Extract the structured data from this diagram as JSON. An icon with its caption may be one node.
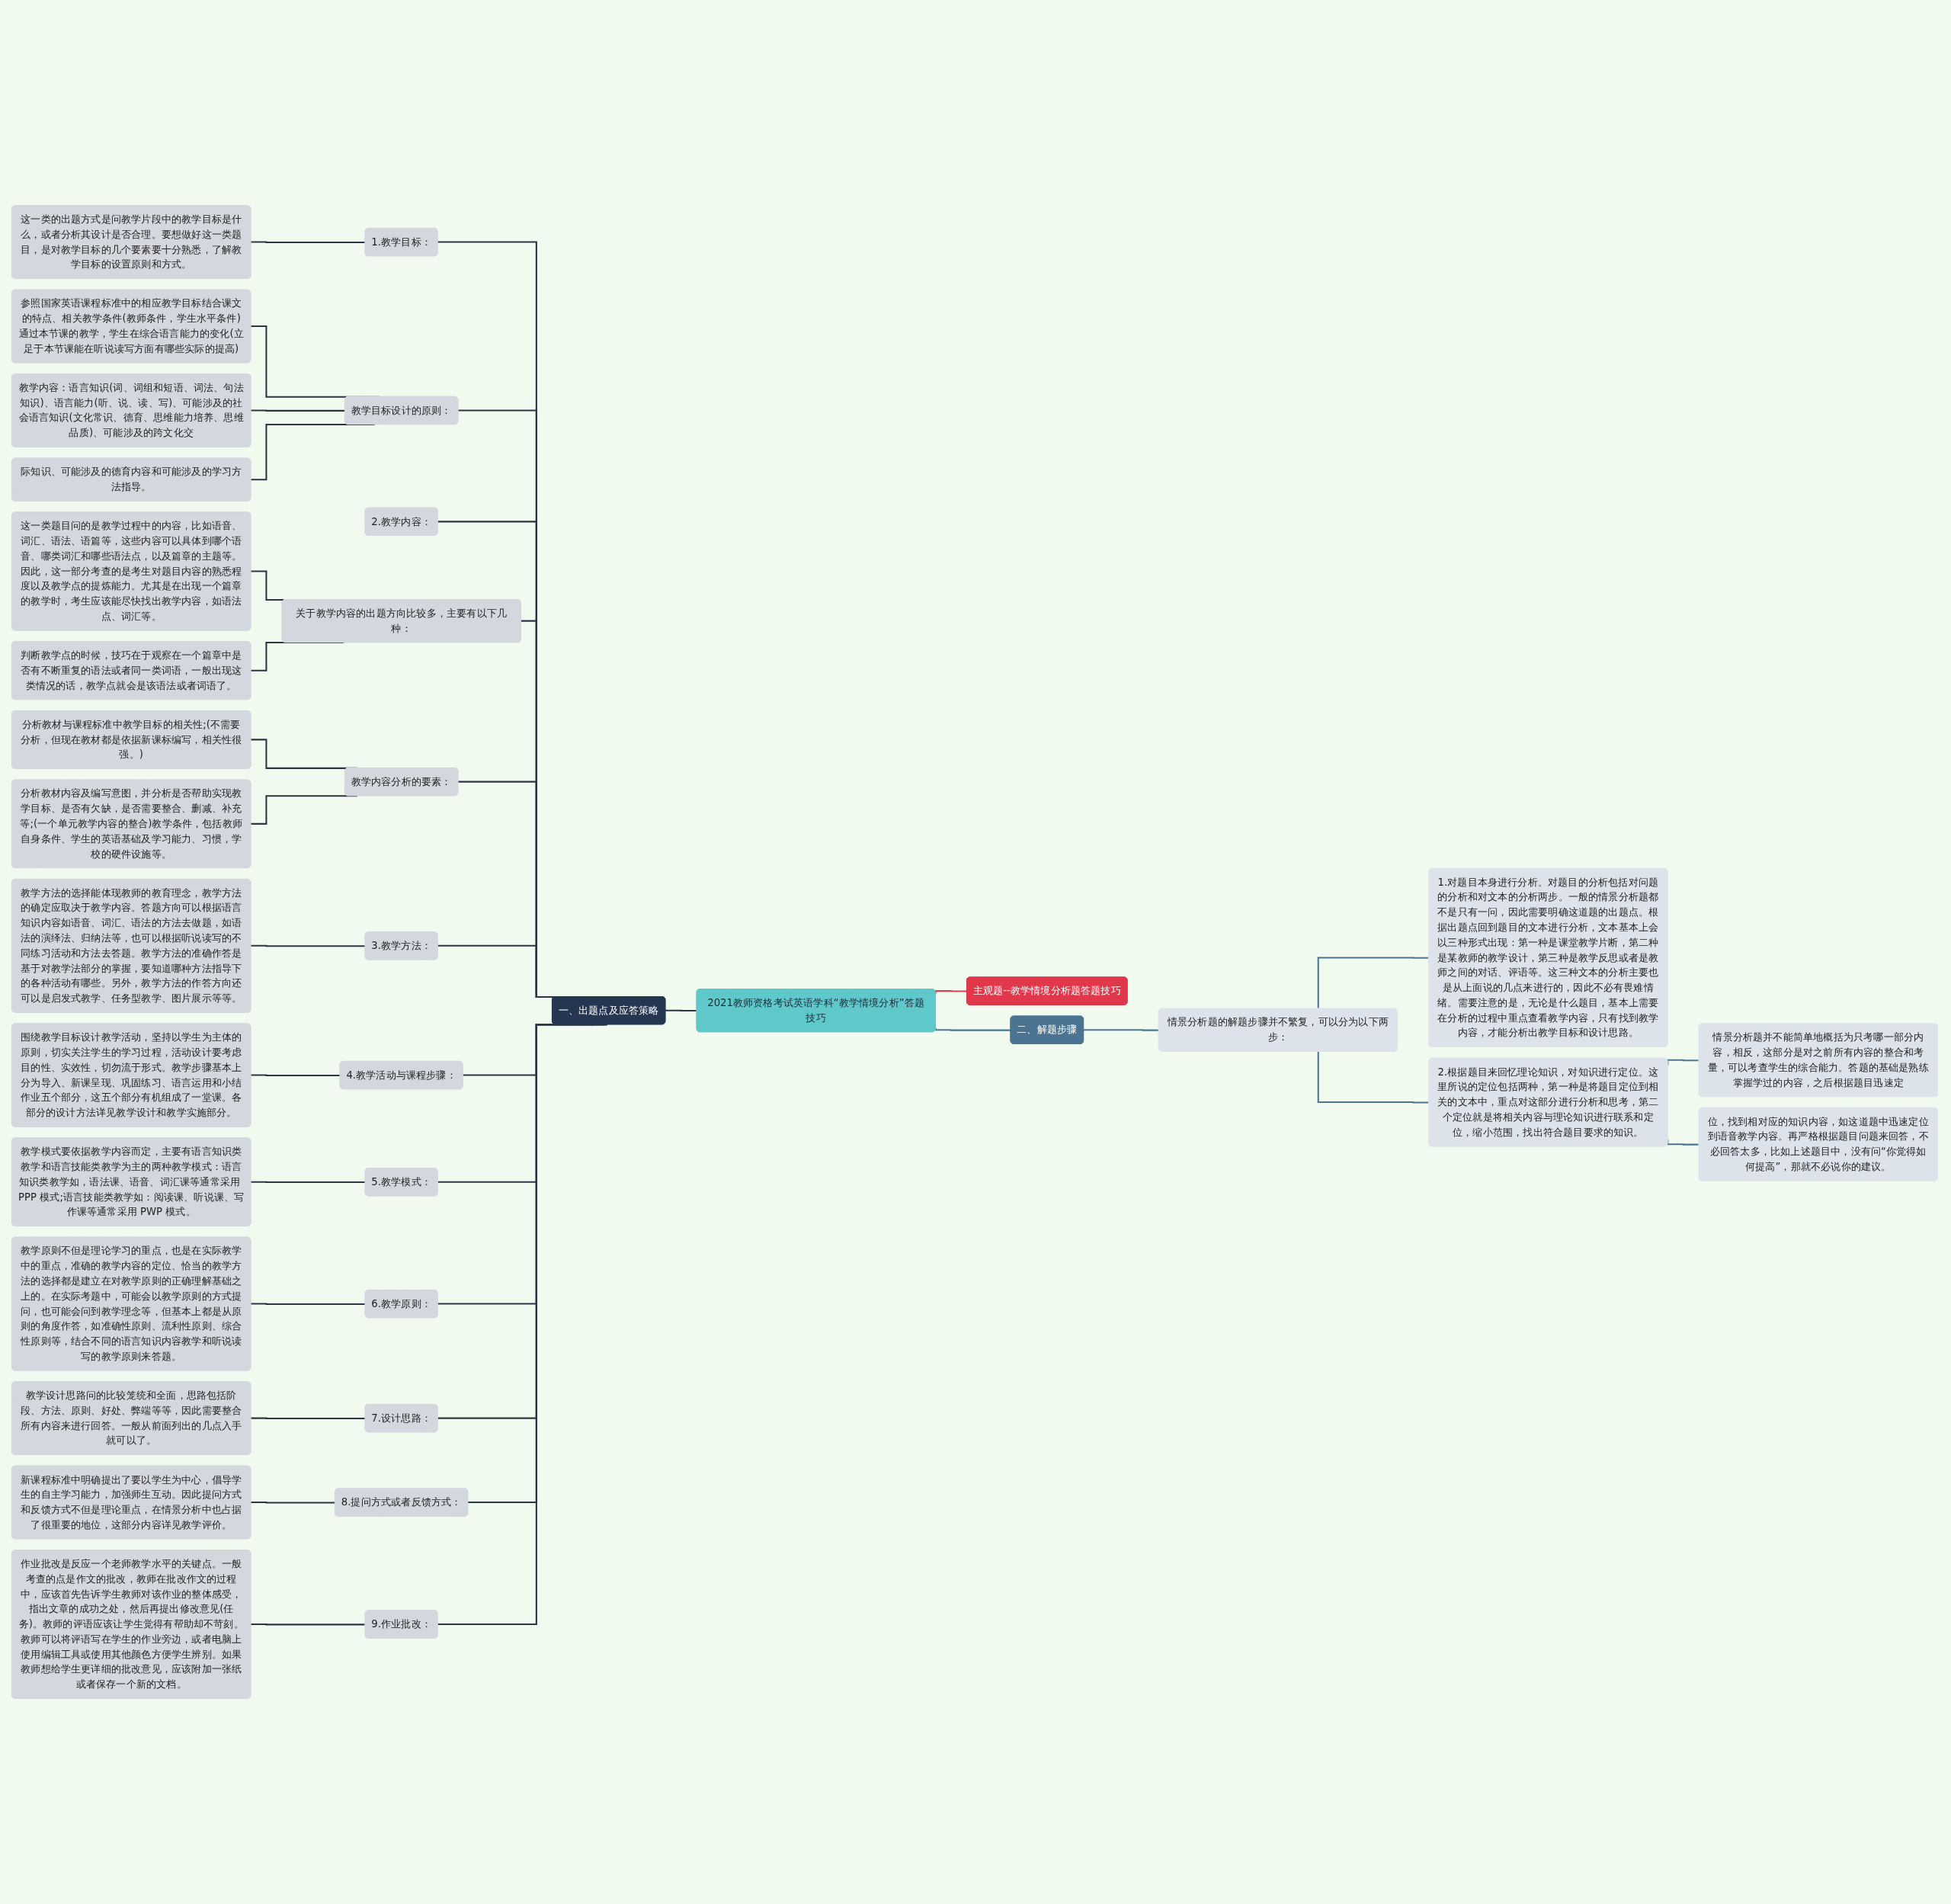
{
  "diagram": {
    "nodes": [
      {
        "text": [
          "2021教师资格考试英语学科“教学情境分析”答题技巧"
        ]
      },
      {
        "text": [
          "一、出题点及应答策略"
        ]
      },
      {
        "text": [
          "1.教学目标："
        ]
      },
      {
        "text": [
          "这一类的出题方式是问教学片段中的教学目标是什么，或者分析其设计是否合理。要想做好这一类题目，是对教学目标的几个要素要十分熟悉，了解教学目标的设置原则和方式。"
        ]
      },
      {
        "text": [
          "教学目标设计的原则："
        ]
      },
      {
        "text": [
          "参照国家英语课程标准中的相应教学目标结合课文的特点、相关教学条件(教师条件，学生水平条件)通过本节课的教学，学生在综合语言能力的变化(立足于本节课能在听说读写方面有哪些实际的提高)"
        ]
      },
      {
        "text": [
          "教学内容：语言知识(词、词组和短语、词法、句法知识)、语言能力(听、说、读、写)、可能涉及的社会语言知识(文化常识、德育、思维能力培养、思维品质)、可能涉及的跨文化交"
        ]
      },
      {
        "text": [
          "际知识、可能涉及的德育内容和可能涉及的学习方法指导。"
        ]
      },
      {
        "text": [
          "2.教学内容："
        ]
      },
      {
        "text": [
          "关于教学内容的出题方向比较多，主要有以下几种："
        ]
      },
      {
        "text": [
          "这一类题目问的是教学过程中的内容，比如语音、词汇、语法、语篇等，这些内容可以具体到哪个语音、哪类词汇和哪些语法点，以及篇章的主题等。因此，这一部分考查的是考生对题目内容的熟悉程度以及教学点的提炼能力。尤其是在出现一个篇章的教学时，考生应该能尽快找出教学内容，如语法点、词汇等。"
        ]
      },
      {
        "text": [
          "判断教学点的时候，技巧在于观察在一个篇章中是否有不断重复的语法或者同一类词语，一般出现这类情况的话，教学点就会是该语法或者词语了。"
        ]
      },
      {
        "text": [
          "教学内容分析的要素："
        ]
      },
      {
        "text": [
          "分析教材与课程标准中教学目标的相关性;(不需要分析，但现在教材都是依据新课标编写，相关性很强。)"
        ]
      },
      {
        "text": [
          "分析教材内容及编写意图，并分析是否帮助实现教学目标、是否有欠缺，是否需要整合、删减、补充等;(一个单元教学内容的整合)教学条件，包括教师自身条件、学生的英语基础及学习能力、习惯，学校的硬件设施等。"
        ]
      },
      {
        "text": [
          "3.教学方法："
        ]
      },
      {
        "text": [
          "教学方法的选择能体现教师的教育理念，教学方法的确定应取决于教学内容。答题方向可以根据语言知识内容如语音、词汇、语法的方法去做题，如语法的演绎法、归纳法等，也可以根据听说读写的不同练习活动和方法去答题。教学方法的准确作答是基于对教学法部分的掌握，要知道哪种方法指导下的各种活动有哪些。另外，教学方法的作答方向还可以是启发式教学、任务型教学、图片展示等等。"
        ]
      },
      {
        "text": [
          "4.教学活动与课程步骤："
        ]
      },
      {
        "text": [
          "围绕教学目标设计教学活动，坚持以学生为主体的原则，切实关注学生的学习过程，活动设计要考虑目的性、实效性，切勿流于形式。教学步骤基本上分为导入、新课呈现、巩固练习、语言运用和小结作业五个部分，这五个部分有机组成了一堂课。各部分的设计方法详见教学设计和教学实施部分。"
        ]
      },
      {
        "text": [
          "5.教学模式："
        ]
      },
      {
        "text": [
          "教学模式要依据教学内容而定，主要有语言知识类教学和语言技能类教学为主的两种教学模式：语言知识类教学如，语法课、语音、词汇课等通常采用 PPP 模式;语言技能类教学如：阅读课、听说课、写作课等通常采用 PWP 模式。"
        ]
      },
      {
        "text": [
          "6.教学原则："
        ]
      },
      {
        "text": [
          "教学原则不但是理论学习的重点，也是在实际教学中的重点，准确的教学内容的定位、恰当的教学方法的选择都是建立在对教学原则的正确理解基础之上的。在实际考题中，可能会以教学原则的方式提问，也可能会问到教学理念等，但基本上都是从原则的角度作答，如准确性原则、流利性原则、综合性原则等，结合不同的语言知识内容教学和听说读写的教学原则来答题。"
        ]
      },
      {
        "text": [
          "7.设计思路："
        ]
      },
      {
        "text": [
          "教学设计思路问的比较笼统和全面，思路包括阶段、方法、原则、好处、弊端等等，因此需要整合所有内容来进行回答。一般从前面列出的几点入手就可以了。"
        ]
      },
      {
        "text": [
          "8.提问方式或者反馈方式："
        ]
      },
      {
        "text": [
          "新课程标准中明确提出了要以学生为中心，倡导学生的自主学习能力，加强师生互动。因此提问方式和反馈方式不但是理论重点，在情景分析中也占据了很重要的地位，这部分内容详见教学评价。"
        ]
      },
      {
        "text": [
          "9.作业批改："
        ]
      },
      {
        "text": [
          "作业批改是反应一个老师教学水平的关键点。一般考查的点是作文的批改，教师在批改作文的过程中，应该首先告诉学生教师对该作业的整体感受，指出文章的成功之处，然后再提出修改意见(任务)。教师的评语应该让学生觉得有帮助却不苛刻。教师可以将评语写在学生的作业旁边，或者电脑上使用编辑工具或使用其他颜色方便学生辨别。如果教师想给学生更详细的批改意见，应该附加一张纸或者保存一个新的文档。"
        ]
      },
      {
        "text": [
          "主观题--教学情境分析题答题技巧"
        ]
      },
      {
        "text": [
          "二、解题步骤"
        ]
      },
      {
        "text": [
          "情景分析题的解题步骤并不繁复，可以分为以下两步："
        ]
      },
      {
        "text": [
          "1.对题目本身进行分析。对题目的分析包括对问题的分析和对文本的分析两步。一般的情景分析题都不是只有一问，因此需要明确这道题的出题点。根据出题点回到题目的文本进行分析，文本基本上会以三种形式出现：第一种是课堂教学片断，第二种是某教师的教学设计，第三种是教学反思或者是教师之间的对话、评语等。这三种文本的分析主要也是从上面说的几点来进行的，因此不必有畏难情绪。需要注意的是，无论是什么题目，基本上需要在分析的过程中重点查看教学内容，只有找到教学内容，才能分析出教学目标和设计思路。"
        ]
      },
      {
        "text": [
          "2.根据题目来回忆理论知识，对知识进行定位。这里所说的定位包括两种，第一种是将题目定位到相关的文本中，重点对这部分进行分析和思考，第二个定位就是将相关内容与理论知识进行联系和定位，缩小范围，找出符合题目要求的知识。"
        ]
      },
      {
        "text": [
          "情景分析题并不能简单地概括为只考哪一部分内容，相反，这部分是对之前所有内容的整合和考量，可以考查学生的综合能力。答题的基础是熟练掌握学过的内容，之后根据题目迅速定"
        ]
      },
      {
        "text": [
          "位，找到相对应的知识内容，如这道题中迅速定位到语音教学内容。再严格根据题目问题来回答，不必回答太多，比如上述题目中，没有问“你觉得如何提高”，那就不必说你的建议。"
        ]
      }
    ],
    "edges": [
      {
        "from": 1,
        "to": 0,
        "arrow": "none"
      },
      {
        "from": 2,
        "to": 1,
        "arrow": "none"
      },
      {
        "from": 3,
        "to": 2,
        "arrow": "none"
      },
      {
        "from": 4,
        "to": 1,
        "arrow": "none"
      },
      {
        "from": 5,
        "to": 4,
        "arrow": "none"
      },
      {
        "from": 6,
        "to": 4,
        "arrow": "none"
      },
      {
        "from": 7,
        "to": 4,
        "arrow": "none"
      },
      {
        "from": 8,
        "to": 1,
        "arrow": "none"
      },
      {
        "from": 9,
        "to": 1,
        "arrow": "none"
      },
      {
        "from": 10,
        "to": 9,
        "arrow": "none"
      },
      {
        "from": 11,
        "to": 9,
        "arrow": "none"
      },
      {
        "from": 12,
        "to": 1,
        "arrow": "none"
      },
      {
        "from": 13,
        "to": 12,
        "arrow": "none"
      },
      {
        "from": 14,
        "to": 12,
        "arrow": "none"
      },
      {
        "from": 15,
        "to": 1,
        "arrow": "none"
      },
      {
        "from": 16,
        "to": 15,
        "arrow": "none"
      },
      {
        "from": 17,
        "to": 1,
        "arrow": "none"
      },
      {
        "from": 18,
        "to": 17,
        "arrow": "none"
      },
      {
        "from": 19,
        "to": 1,
        "arrow": "none"
      },
      {
        "from": 20,
        "to": 19,
        "arrow": "none"
      },
      {
        "from": 21,
        "to": 1,
        "arrow": "none"
      },
      {
        "from": 22,
        "to": 21,
        "arrow": "none"
      },
      {
        "from": 23,
        "to": 1,
        "arrow": "none"
      },
      {
        "from": 24,
        "to": 23,
        "arrow": "none"
      },
      {
        "from": 25,
        "to": 1,
        "arrow": "none"
      },
      {
        "from": 26,
        "to": 25,
        "arrow": "none"
      },
      {
        "from": 27,
        "to": 1,
        "arrow": "none"
      },
      {
        "from": 28,
        "to": 27,
        "arrow": "none"
      },
      {
        "from": 0,
        "to": 29,
        "arrow": "none",
        "color": "#d9414e"
      },
      {
        "from": 0,
        "to": 30,
        "arrow": "none",
        "color": "#4a7491"
      },
      {
        "from": 30,
        "to": 31,
        "arrow": "none",
        "color": "#4a7491"
      },
      {
        "from": 31,
        "to": 32,
        "arrow": "none",
        "color": "#4a7491"
      },
      {
        "from": 31,
        "to": 33,
        "arrow": "none",
        "color": "#4a7491"
      },
      {
        "from": 33,
        "to": 34,
        "arrow": "none",
        "color": "#4a7491"
      },
      {
        "from": 33,
        "to": 35,
        "arrow": "none",
        "color": "#4a7491"
      }
    ]
  }
}
